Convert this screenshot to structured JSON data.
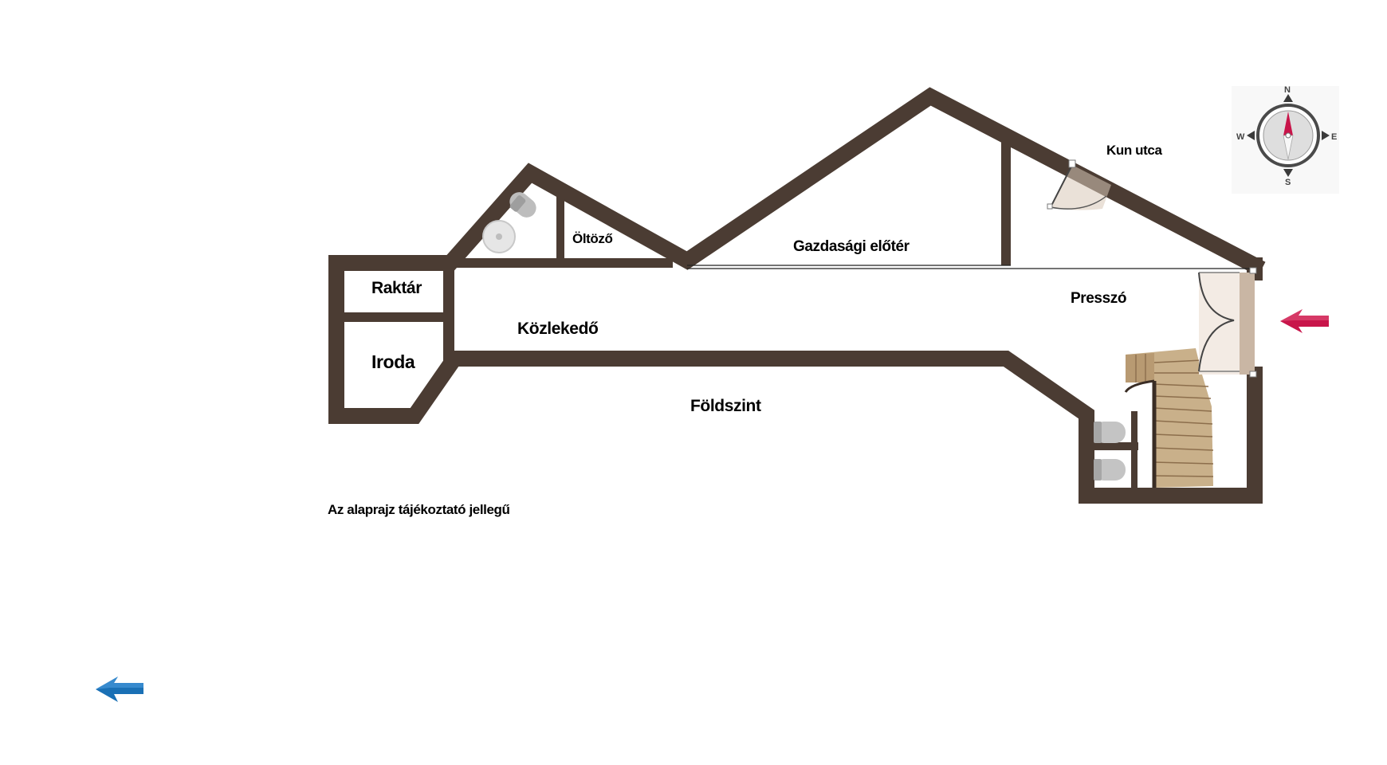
{
  "rooms": {
    "raktar": "Raktár",
    "iroda": "Iroda",
    "oltozo": "Öltöző",
    "gazdasagi": "Gazdasági előtér",
    "kozlekedo": "Közlekedő",
    "presszo": "Presszó",
    "foldszint": "Földszint",
    "street": "Kun utca"
  },
  "note": "Az alaprajz tájékoztató jellegű",
  "compass": {
    "n": "N",
    "s": "S",
    "e": "E",
    "w": "W"
  },
  "colors": {
    "wall": "#4b3c33",
    "door_fill": "#d9c8b8",
    "stairs": "#c8b08c",
    "arrow_right": "#c8154a",
    "arrow_left": "#1a70b5",
    "compass_needle": "#c8154a"
  },
  "icons": [
    "compass-icon",
    "next-arrow-icon",
    "back-arrow-icon",
    "toilet-icon",
    "sink-icon",
    "stairs-icon",
    "door-icon"
  ]
}
